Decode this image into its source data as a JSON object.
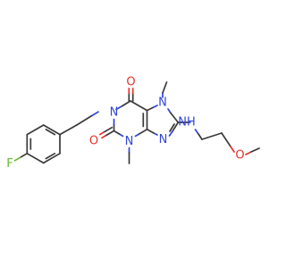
{
  "atoms": {
    "F": "F",
    "O_top": "O",
    "O_left": "O",
    "O_ether": "O",
    "N1": "N",
    "N3": "N",
    "N7": "N",
    "N9": "N",
    "NH": "NH"
  },
  "colors": {
    "bond": "#3a3a3a",
    "nitrogen": "#3046d8",
    "oxygen": "#e8332a",
    "fluorine": "#6ab82b",
    "background": "#ffffff"
  }
}
